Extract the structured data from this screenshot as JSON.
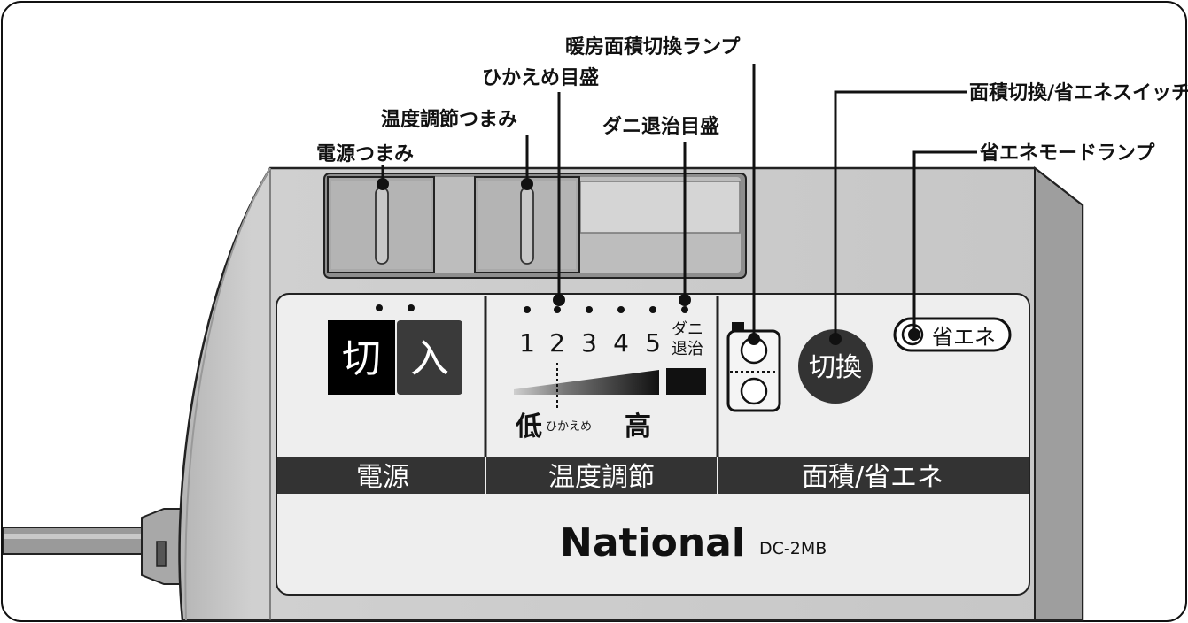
{
  "labels": {
    "power_knob": "電源つまみ",
    "temp_knob": "温度調節つまみ",
    "hikaeme_scale": "ひかえめ目盛",
    "heating_area_lamp": "暖房面積切換ランプ",
    "dani_scale": "ダニ退治目盛",
    "area_eco_switch": "面積切換/省エネスイッチ",
    "eco_mode_lamp": "省エネモードランプ"
  },
  "panel": {
    "power": {
      "off": "切",
      "on": "入",
      "section": "電源"
    },
    "temperature": {
      "levels": [
        "1",
        "2",
        "3",
        "4",
        "5"
      ],
      "dani_line1": "ダニ",
      "dani_line2": "退治",
      "low": "低",
      "hikaeme": "ひかえめ",
      "high": "高",
      "section": "温度調節"
    },
    "area": {
      "switch_label": "切換",
      "eco_badge": "省エネ",
      "section": "面積/省エネ"
    },
    "brand": "National",
    "model": "DC-2MB"
  },
  "colors": {
    "outline": "#111111",
    "body_gray": "#c4c4c4",
    "panel_light": "#eeeeee",
    "band_dark": "#333333",
    "knob_gray": "#9a9a9a"
  }
}
